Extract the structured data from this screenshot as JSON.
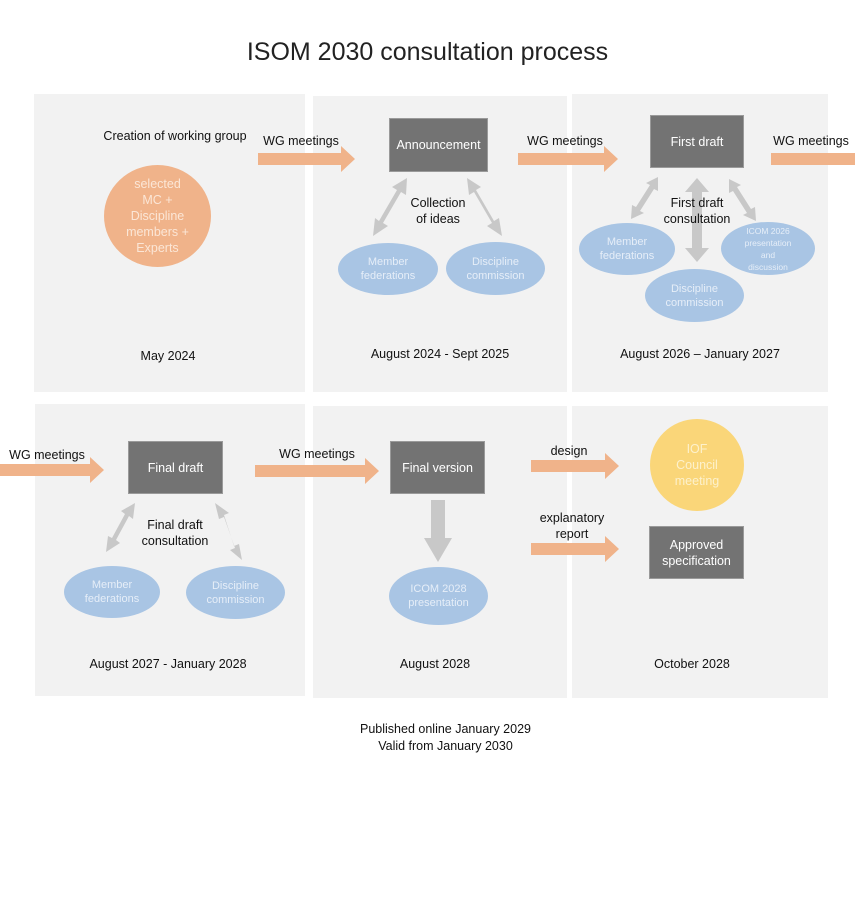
{
  "title": "ISOM 2030 consultation process",
  "colors": {
    "panel_bg": "#f2f2f2",
    "box_fill": "#737373",
    "ellipse_fill": "#a9c5e4",
    "orange_arrow": "#f0b38a",
    "gray_arrow": "#c8c8c8",
    "orange_circle": "#f0b38a",
    "yellow_circle": "#fad679"
  },
  "stages": [
    {
      "heading": "Creation of working group",
      "circle": "selected\nMC +\nDiscipline\nmembers +\nExperts",
      "date": "May 2024"
    },
    {
      "box": "Announcement",
      "caption": "Collection\nof ideas",
      "ellipses": [
        "Member\nfederations",
        "Discipline\ncommission"
      ],
      "date": "August 2024 - Sept 2025"
    },
    {
      "box": "First draft",
      "caption": "First draft\nconsultation",
      "ellipses": [
        "Member\nfederations",
        "Discipline\ncommission",
        "ICOM 2026\npresentation\nand\ndiscussion"
      ],
      "date": "August 2026 – January 2027"
    },
    {
      "box": "Final draft",
      "caption": "Final draft\nconsultation",
      "ellipses": [
        "Member\nfederations",
        "Discipline\ncommission"
      ],
      "date": "August 2027 - January 2028"
    },
    {
      "box": "Final version",
      "ellipses": [
        "ICOM 2028\npresentation"
      ],
      "date": "August 2028"
    },
    {
      "circle": "IOF\nCouncil\nmeeting",
      "box": "Approved\nspecification",
      "date": "October 2028"
    }
  ],
  "arrows": {
    "wg_meetings": "WG meetings",
    "design": "design",
    "explanatory_report": "explanatory\nreport"
  },
  "footer": {
    "line1": "Published online January 2029",
    "line2": "Valid from January 2030"
  }
}
